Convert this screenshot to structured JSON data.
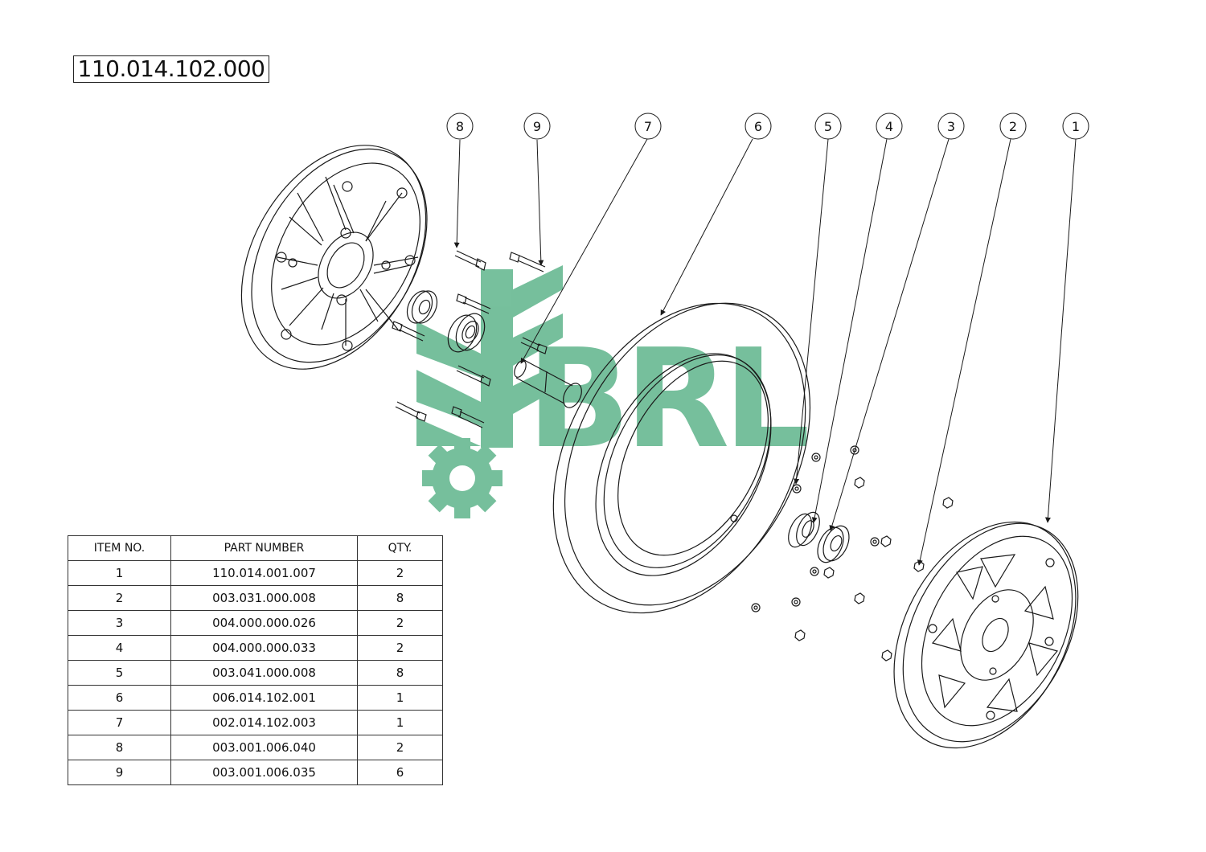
{
  "title": "110.014.102.000",
  "watermark": {
    "text": "BRL",
    "color": "#2e9e68"
  },
  "balloons": [
    "8",
    "9",
    "7",
    "6",
    "5",
    "4",
    "3",
    "2",
    "1"
  ],
  "bom": {
    "headers": [
      "ITEM NO.",
      "PART NUMBER",
      "QTY."
    ],
    "rows": [
      [
        "1",
        "110.014.001.007",
        "2"
      ],
      [
        "2",
        "003.031.000.008",
        "8"
      ],
      [
        "3",
        "004.000.000.026",
        "2"
      ],
      [
        "4",
        "004.000.000.033",
        "2"
      ],
      [
        "5",
        "003.041.000.008",
        "8"
      ],
      [
        "6",
        "006.014.102.001",
        "1"
      ],
      [
        "7",
        "002.014.102.003",
        "1"
      ],
      [
        "8",
        "003.001.006.040",
        "2"
      ],
      [
        "9",
        "003.001.006.035",
        "6"
      ]
    ]
  },
  "colors": {
    "line": "#1a1a1a",
    "watermark": "#2e9e68"
  }
}
